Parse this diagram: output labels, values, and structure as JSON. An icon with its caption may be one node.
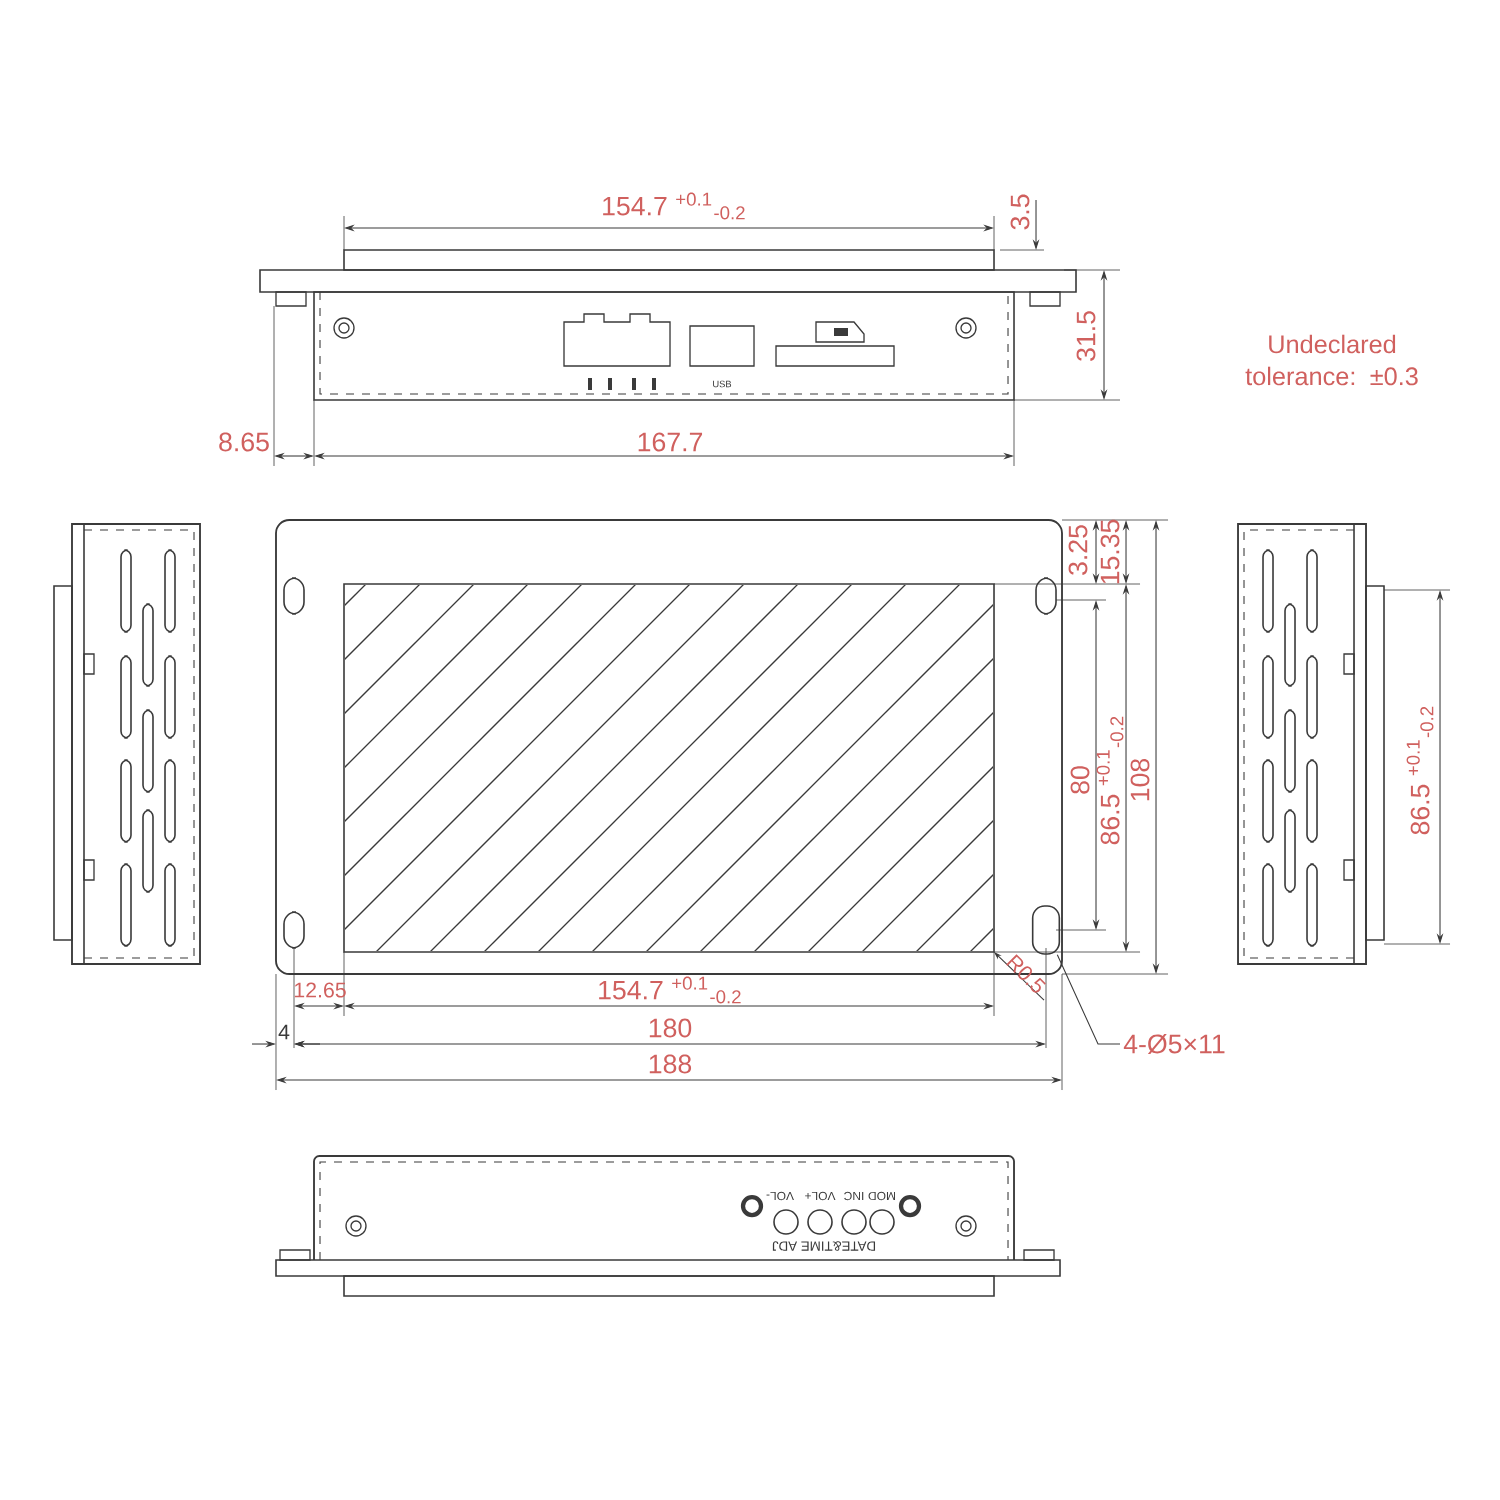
{
  "diagram": {
    "nodes": [
      {
        "text": [
          "4-Ø5×11"
        ]
      },
      {
        "text": [],
        "shape": "slot"
      }
    ],
    "edges": [
      {
        "from": 0,
        "to": 1,
        "arrow": "none"
      }
    ],
    "labels": [
      "154.7 $^{+0.1}$$_{-0.2}$",
      "3.5",
      "31.5",
      "Undeclared tolerance: ±0.3",
      "8.65",
      "167.7",
      "USB",
      "3.25",
      "15.35",
      "80",
      "86.5 $^{+0.1}$$_{-0.2}$",
      "108",
      "86.5 $^{+0.1}$$_{-0.2}$",
      "R0.5",
      "12.65",
      "154.7 $^{+0.1}$$_{-0.2}$",
      "4",
      "180",
      "188",
      "MOD",
      "INC",
      "VOL+",
      "VOL-",
      "DATE&TIME ADJ"
    ]
  }
}
